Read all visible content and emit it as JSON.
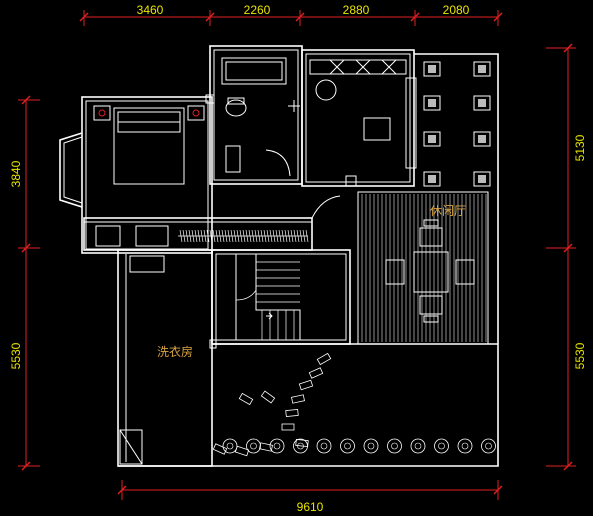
{
  "dimensions": {
    "top": [
      "3460",
      "2260",
      "2880",
      "2080"
    ],
    "left": [
      "3840",
      "5530"
    ],
    "right": [
      "5130",
      "5530"
    ],
    "bottom": [
      "9610"
    ]
  },
  "rooms": {
    "lounge": "休闲厅",
    "laundry": "洗衣房"
  },
  "colors": {
    "background": "#000000",
    "walls": "#ffffff",
    "dimension_lines": "#e02020",
    "dimension_text": "#e8e400",
    "room_labels": "#d9a441"
  }
}
